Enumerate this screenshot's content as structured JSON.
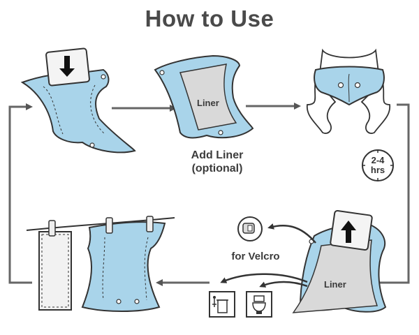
{
  "title": "How to Use",
  "steps": {
    "add_liner": {
      "caption_line1": "Add Liner",
      "caption_line2": "(optional)",
      "liner_label": "Liner"
    },
    "wear": {
      "duration_line1": "2-4",
      "duration_line2": "hrs"
    },
    "remove": {
      "liner_label": "Liner",
      "velcro_caption": "for Velcro"
    }
  },
  "icons": [
    "insert-arrow-icon",
    "remove-arrow-icon",
    "trash-bin-icon",
    "toilet-icon",
    "velcro-tab-icon",
    "clock-icon"
  ],
  "colors": {
    "diaper_blue": "#a9d4ea",
    "outline": "#333333",
    "liner_gray": "#d9d9d9",
    "arrow_gray": "#555555"
  }
}
